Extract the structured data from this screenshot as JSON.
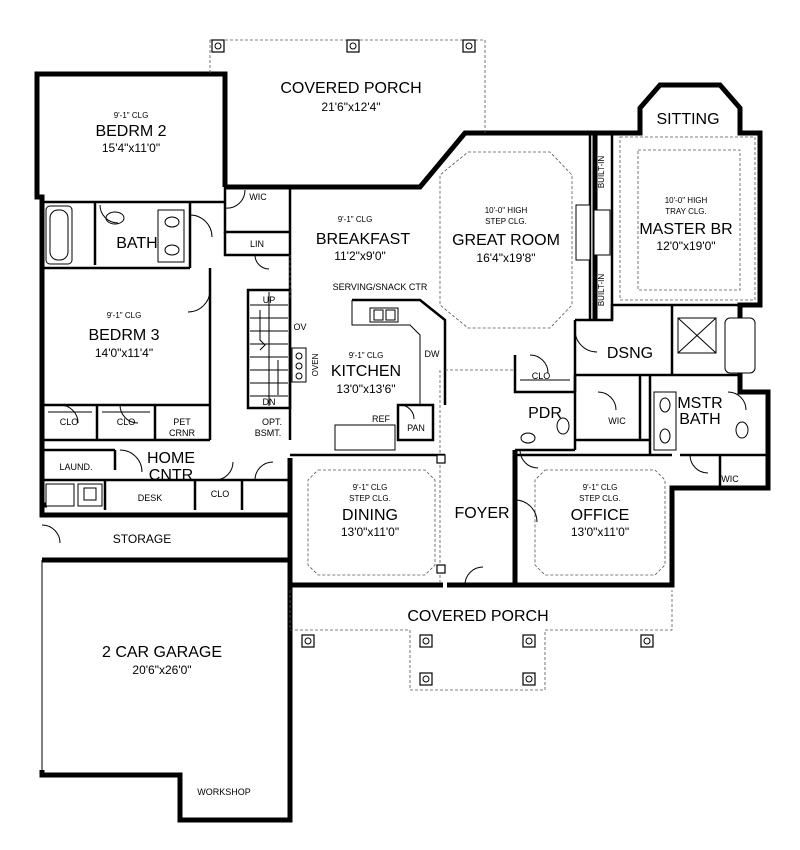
{
  "rooms": {
    "covered_porch_rear": {
      "name": "COVERED PORCH",
      "dim": "21'6\"x12'4\""
    },
    "bedroom2": {
      "ceiling": "9'-1\" CLG",
      "name": "BEDRM 2",
      "dim": "15'4\"x11'0\""
    },
    "bath": {
      "name": "BATH"
    },
    "wic_bed2": {
      "name": "WIC"
    },
    "lin": {
      "name": "LIN"
    },
    "breakfast": {
      "ceiling": "9'-1\" CLG",
      "name": "BREAKFAST",
      "dim": "11'2\"x9'0\""
    },
    "great_room": {
      "ceiling1": "10'-0\" HIGH",
      "ceiling2": "STEP CLG.",
      "name": "GREAT ROOM",
      "dim": "16'4\"x19'8\""
    },
    "built_in_top": {
      "name": "BUILT-IN"
    },
    "built_in_bottom": {
      "name": "BUILT-IN"
    },
    "sitting": {
      "name": "SITTING"
    },
    "master_br": {
      "ceiling1": "10'-0\" HIGH",
      "ceiling2": "TRAY CLG.",
      "name": "MASTER BR",
      "dim": "12'0\"x19'0\""
    },
    "bedroom3": {
      "ceiling": "9'-1\" CLG",
      "name": "BEDRM 3",
      "dim": "14'0\"x11'4\""
    },
    "clo_bed3_a": {
      "name": "CLO"
    },
    "clo_bed3_b": {
      "name": "CLO"
    },
    "pet_crnr": {
      "line1": "PET",
      "line2": "CRNR"
    },
    "stairs": {
      "up": "UP",
      "dn": "DN",
      "opt1": "OPT.",
      "opt2": "BSMT."
    },
    "oven": {
      "ov": "OV",
      "oven": "OVEN"
    },
    "serving": {
      "name": "SERVING/SNACK CTR"
    },
    "kitchen": {
      "ceiling": "9'-1\" CLG",
      "name": "KITCHEN",
      "dim": "13'0\"x13'6\""
    },
    "dw": {
      "name": "DW"
    },
    "ref": {
      "name": "REF"
    },
    "pan": {
      "name": "PAN"
    },
    "clo_hall": {
      "name": "CLO"
    },
    "dsng": {
      "name": "DSNG"
    },
    "pdr": {
      "name": "PDR"
    },
    "wic_master": {
      "name": "WIC"
    },
    "mstr_bath": {
      "line1": "MSTR",
      "line2": "BATH"
    },
    "wic_mstr_bath": {
      "name": "WIC"
    },
    "laund": {
      "name": "LAUND."
    },
    "home_cntr": {
      "line1": "HOME",
      "line2": "CNTR"
    },
    "desk": {
      "name": "DESK"
    },
    "clo_home": {
      "name": "CLO"
    },
    "dining": {
      "ceiling1": "9'-1\" CLG",
      "ceiling2": "STEP CLG.",
      "name": "DINING",
      "dim": "13'0\"x11'0\""
    },
    "foyer": {
      "name": "FOYER"
    },
    "office": {
      "ceiling1": "9'-1\" CLG",
      "ceiling2": "STEP CLG.",
      "name": "OFFICE",
      "dim": "13'0\"x11'0\""
    },
    "storage": {
      "name": "STORAGE"
    },
    "covered_porch_front": {
      "name": "COVERED PORCH"
    },
    "garage": {
      "name": "2 CAR GARAGE",
      "dim": "20'6\"x26'0\""
    },
    "workshop": {
      "name": "WORKSHOP"
    }
  }
}
